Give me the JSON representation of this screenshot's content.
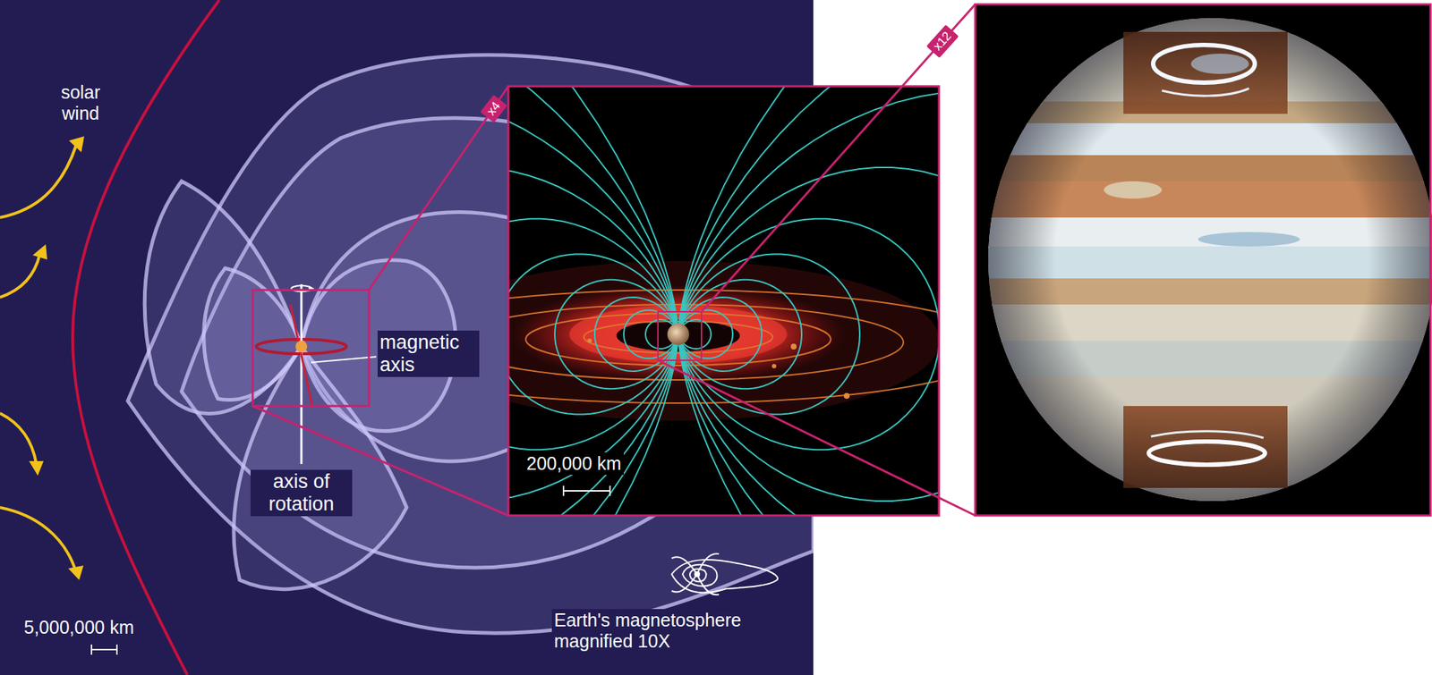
{
  "diagram": {
    "nodes": [
      {
        "text": [
          "x4"
        ]
      },
      {
        "text": [
          "x12"
        ]
      }
    ],
    "labels": [
      "solar wind",
      "magnetic axis",
      "axis of rotation",
      "5,000,000 km",
      "200,000 km",
      "Earth's magnetosphere magnified 10X"
    ]
  }
}
